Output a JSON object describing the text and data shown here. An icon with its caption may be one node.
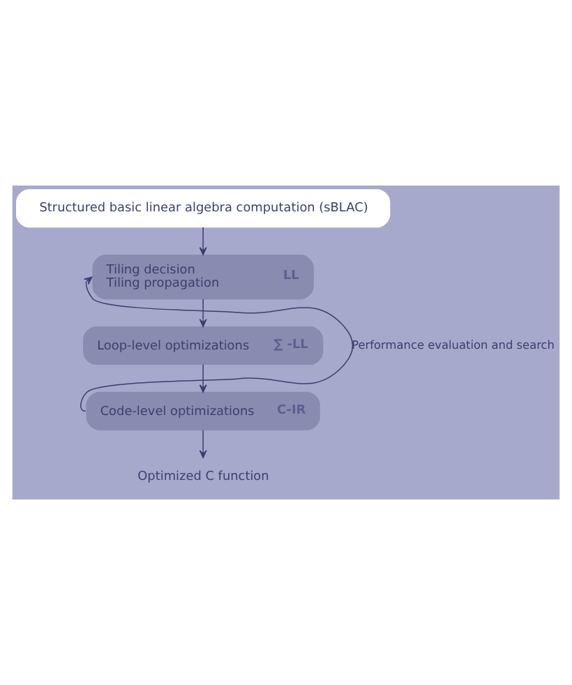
{
  "diagram": {
    "nodes": [
      {
        "text": [
          "Structured basic linear algebra computation (sBLAC)"
        ]
      },
      {
        "text": [
          "Tiling decision",
          "Tiling propagation",
          "LL"
        ]
      },
      {
        "text": [
          "Loop-level optimizations",
          "∑ -LL"
        ]
      },
      {
        "text": [
          "Code-level optimizations",
          "C-IR"
        ]
      },
      {
        "text": [
          "Optimized C function"
        ]
      }
    ],
    "edges": [
      {
        "from": 0,
        "to": 1,
        "arrow": "to"
      },
      {
        "from": 1,
        "to": 2,
        "arrow": "to"
      },
      {
        "from": 2,
        "to": 3,
        "arrow": "to"
      },
      {
        "from": 3,
        "to": 4,
        "arrow": "to"
      },
      {
        "from": 3,
        "to": 1,
        "arrow": "to",
        "label": "Performance evaluation and search"
      }
    ]
  }
}
